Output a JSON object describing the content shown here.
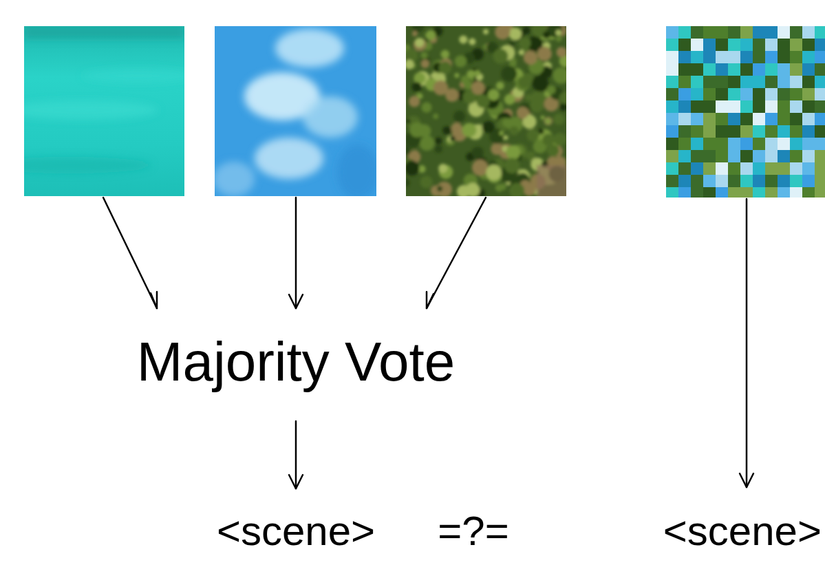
{
  "diagram": {
    "labels": [
      "Majority Vote",
      "<scene>",
      "=?=",
      "<scene>"
    ]
  }
}
